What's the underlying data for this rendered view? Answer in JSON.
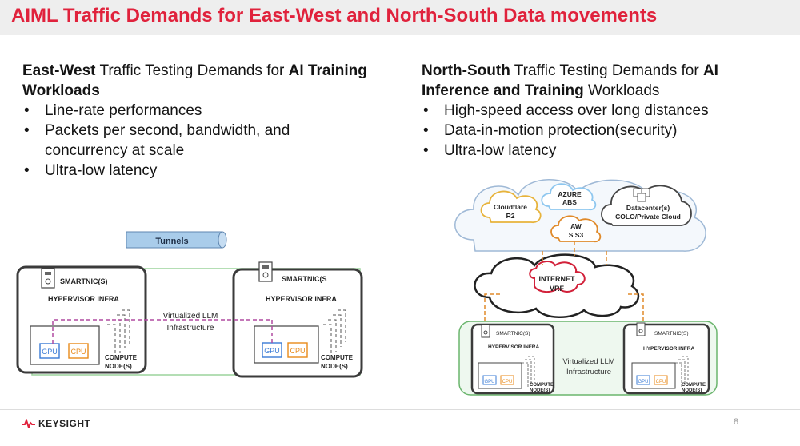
{
  "slide": {
    "title": "AIML Traffic Demands for East-West and North-South Data movements",
    "page_number": "8",
    "brand": "KEYSIGHT"
  },
  "east_west": {
    "heading_bold1": "East-West",
    "heading_normal1": " Traffic Testing Demands for ",
    "heading_bold2": "AI Training Workloads",
    "bullets": [
      "Line-rate performances",
      "Packets per second, bandwidth, and concurrency at scale",
      "Ultra-low latency"
    ]
  },
  "north_south": {
    "heading_bold1": "North-South",
    "heading_normal1": " Traffic Testing Demands for ",
    "heading_bold2": "AI Inference and Training",
    "heading_normal2": " Workloads",
    "bullets": [
      "High-speed access over long distances",
      "Data-in-motion protection(security)",
      "Ultra-low latency"
    ]
  },
  "left_diagram": {
    "tunnels_label": "Tunnels",
    "smartnic_label": "SMARTNIC(S)",
    "smartnic_label_right": "SMARTNIC(S",
    "hypervisor_label": "HYPERVISOR INFRA",
    "virtualized_line1": "Virtualized LLM",
    "virtualized_line2": "Infrastructure",
    "compute_line1": "COMPUTE",
    "compute_line2": "NODE(S)",
    "gpu_label": "GPU",
    "cpu_label": "CPU"
  },
  "right_diagram": {
    "cloudflare_line1": "Cloudflare",
    "cloudflare_line2": "R2",
    "azure_line1": "AZURE",
    "azure_line2": "ABS",
    "aws_line1": "AW",
    "aws_line2": "S S3",
    "datacenter_line1": "Datacenter(s)",
    "datacenter_line2": "COLO/Private Cloud",
    "internet_line1": "INTERNET",
    "internet_line2": "VRF",
    "smartnic_label": "SMARTNIC(S)",
    "hypervisor_label": "HYPERVISOR INFRA",
    "virtualized_line1": "Virtualized LLM",
    "virtualized_line2": "Infrastructure",
    "compute_line1": "COMPUTE",
    "compute_line2": "NODE(S)",
    "gpu_label": "GPU",
    "cpu_label": "CPU"
  },
  "colors": {
    "title_red": "#e0223c",
    "frame_green": "#6ab56d",
    "tunnel_blue": "#a9ccea",
    "dash_orange": "#e08a2a",
    "gpu_blue": "#3a7bd5",
    "cpu_orange": "#e88a1a",
    "vlan_purple": "#b04aa0"
  }
}
